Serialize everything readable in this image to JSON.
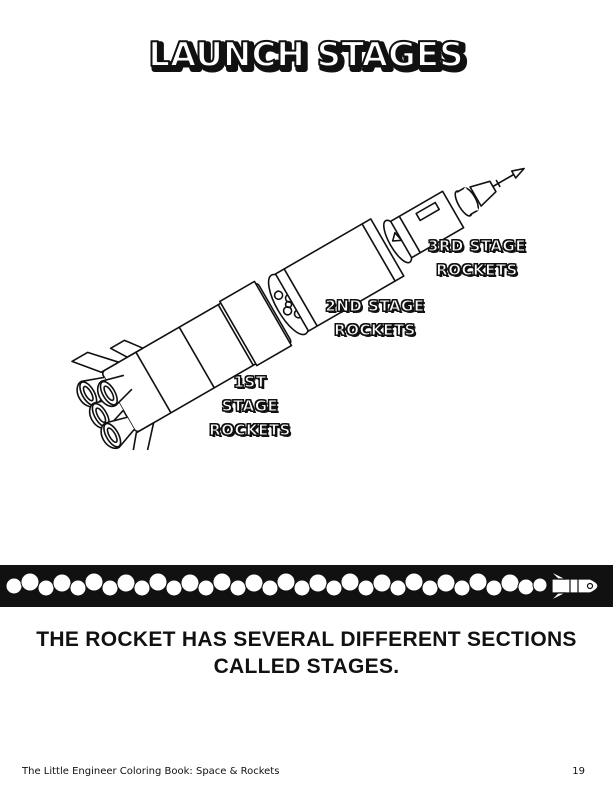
{
  "page": {
    "title": "LAUNCH STAGES",
    "labels": {
      "first": [
        "1ST STAGE",
        "ROCKETS"
      ],
      "second": [
        "2ND STAGE",
        "ROCKETS"
      ],
      "third": [
        "3RD STAGE",
        "ROCKETS"
      ]
    },
    "caption": [
      "THE ROCKET HAS SEVERAL DIFFERENT SECTIONS",
      "CALLED STAGES."
    ],
    "footer": {
      "book_title": "The Little Engineer Coloring Book: Space & Rockets",
      "page_number": "19"
    }
  },
  "icons": {
    "illustration": "rocket-stages-illustration",
    "band": "smoke-trail-band",
    "band_rocket": "small-rocket-icon"
  },
  "colors": {
    "ink": "#111111",
    "paper": "#ffffff"
  }
}
